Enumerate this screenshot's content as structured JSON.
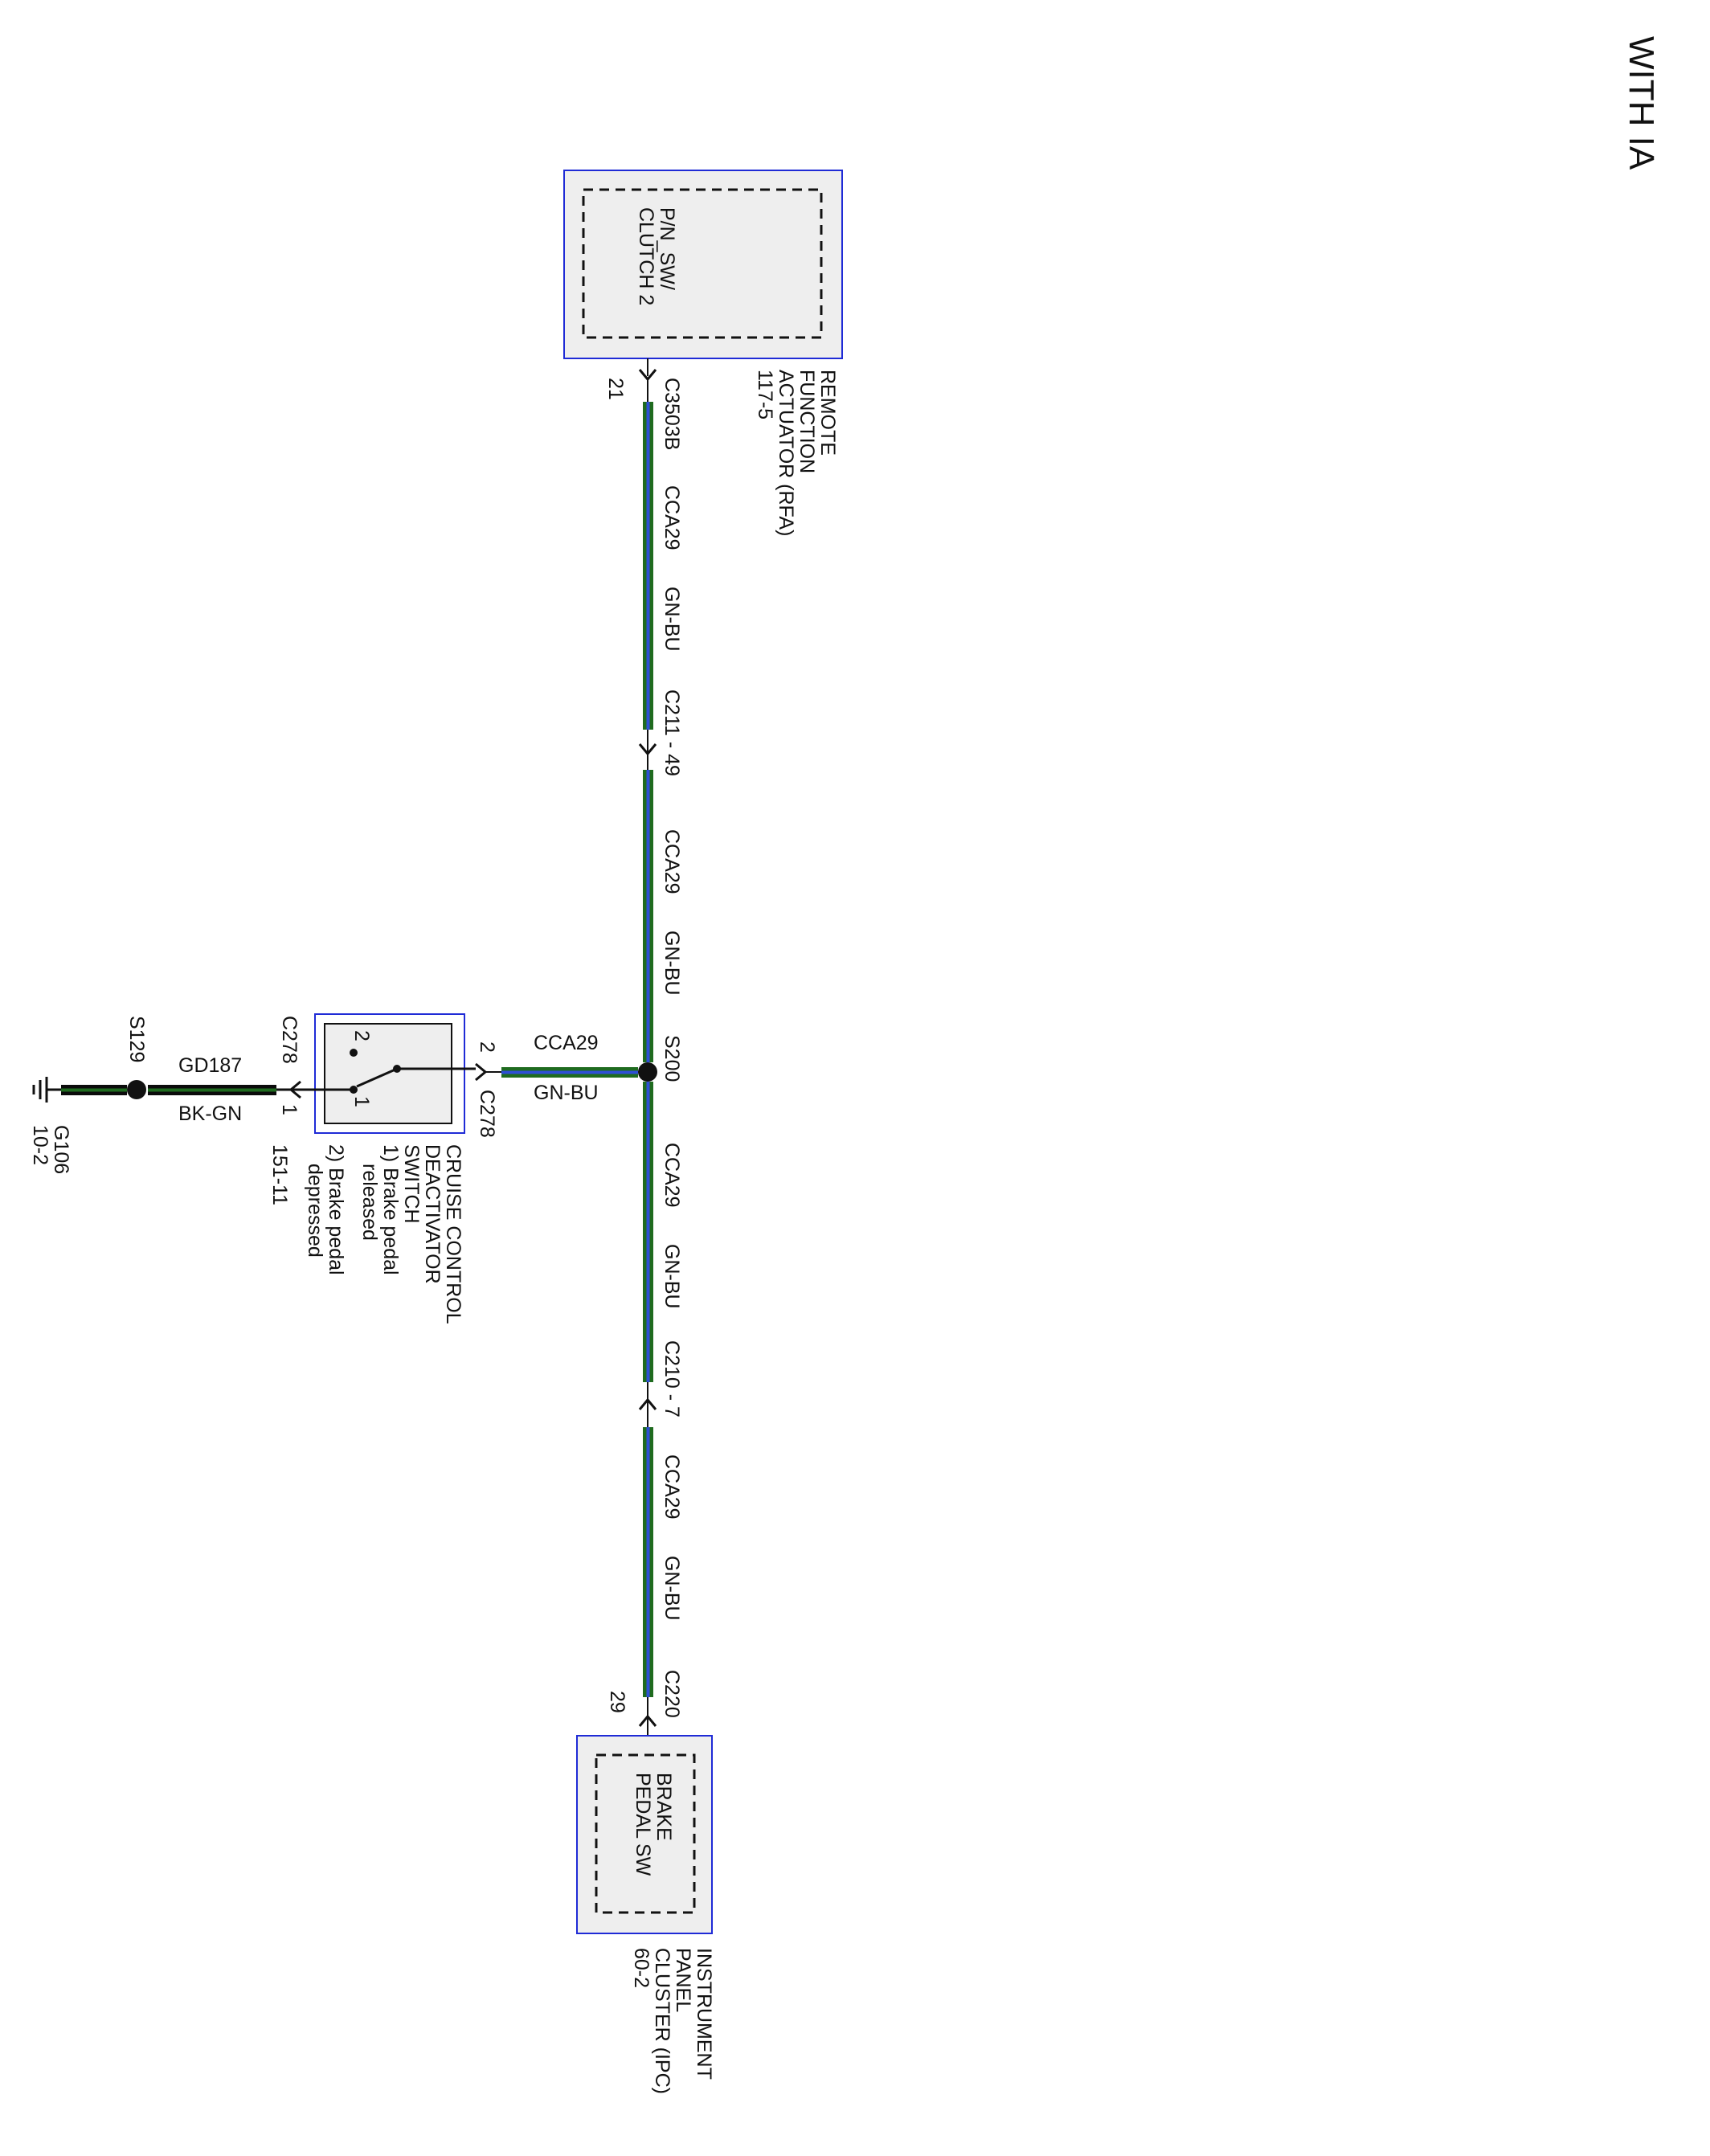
{
  "header": {
    "option_label": "WITH IA"
  },
  "colors": {
    "wire_green": "#1f6b1f",
    "wire_blue": "#2e4fd6",
    "ground_wire": "#0b0b0b",
    "component_border": "#1f2bd6",
    "component_fill": "#eeeeee"
  },
  "components": {
    "rfa": {
      "name_lines": [
        "REMOTE",
        "FUNCTION",
        "ACTUATOR (RFA)",
        "117-5"
      ],
      "internal": [
        "P/N_SW/",
        "CLUTCH 2"
      ],
      "connector": "C3503B",
      "pin": "21"
    },
    "ipc": {
      "name_lines": [
        "INSTRUMENT",
        "PANEL",
        "CLUSTER (IPC)",
        "60-2"
      ],
      "internal": [
        "BRAKE",
        "PEDAL SW"
      ],
      "connector": "C220",
      "pin": "29"
    },
    "ccds": {
      "name_lines": [
        "CRUISE CONTROL",
        "DEACTIVATOR",
        "SWITCH"
      ],
      "positions": [
        "1) Brake pedal",
        "released",
        "2) Brake pedal",
        "depressed"
      ],
      "page_ref": "151-11",
      "connector": "C278",
      "pin_out": "2",
      "pin_gnd": "1",
      "internal_pin_1": "1",
      "internal_pin_2": "2"
    }
  },
  "inline_connectors": {
    "c211": "C211 - 49",
    "c210": "C210 - 7"
  },
  "splices": {
    "s200": "S200",
    "s129": "S129"
  },
  "ground": {
    "name": "G106",
    "ref": "10-2"
  },
  "wires": {
    "seg1": {
      "circuit": "CCA29",
      "color": "GN-BU"
    },
    "seg2": {
      "circuit": "CCA29",
      "color": "GN-BU"
    },
    "seg3": {
      "circuit": "CCA29",
      "color": "GN-BU"
    },
    "seg4": {
      "circuit": "CCA29",
      "color": "GN-BU"
    },
    "branch": {
      "circuit": "CCA29",
      "color": "GN-BU"
    },
    "ground_wire": {
      "circuit": "GD187",
      "color": "BK-GN"
    }
  }
}
